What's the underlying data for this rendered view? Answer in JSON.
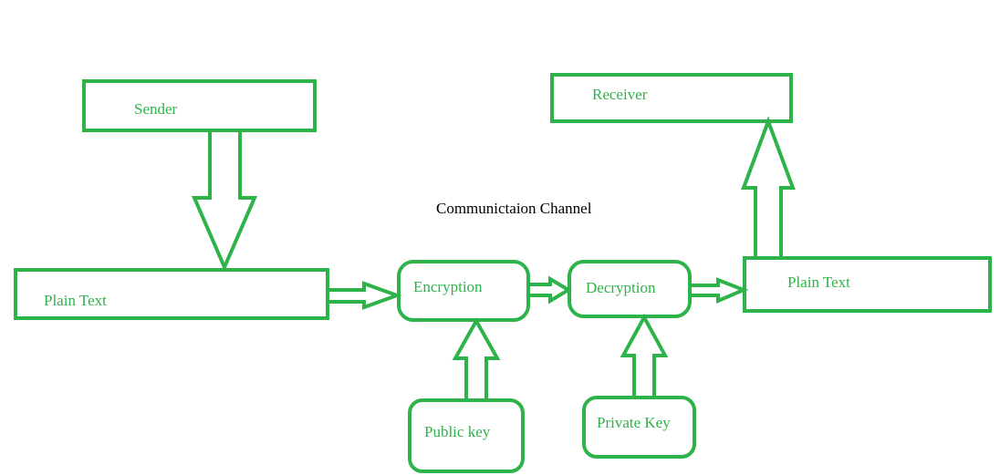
{
  "colors": {
    "accent": "#2db34a",
    "text_dark": "#000000",
    "background": "#ffffff"
  },
  "nodes": {
    "sender": "Sender",
    "plain_text_in": "Plain Text",
    "encryption": "Encryption",
    "decryption": "Decryption",
    "plain_text_out": "Plain Text",
    "receiver": "Receiver",
    "public_key": "Public key",
    "private_key": "Private Key"
  },
  "channel_label": "Communictaion Channel"
}
